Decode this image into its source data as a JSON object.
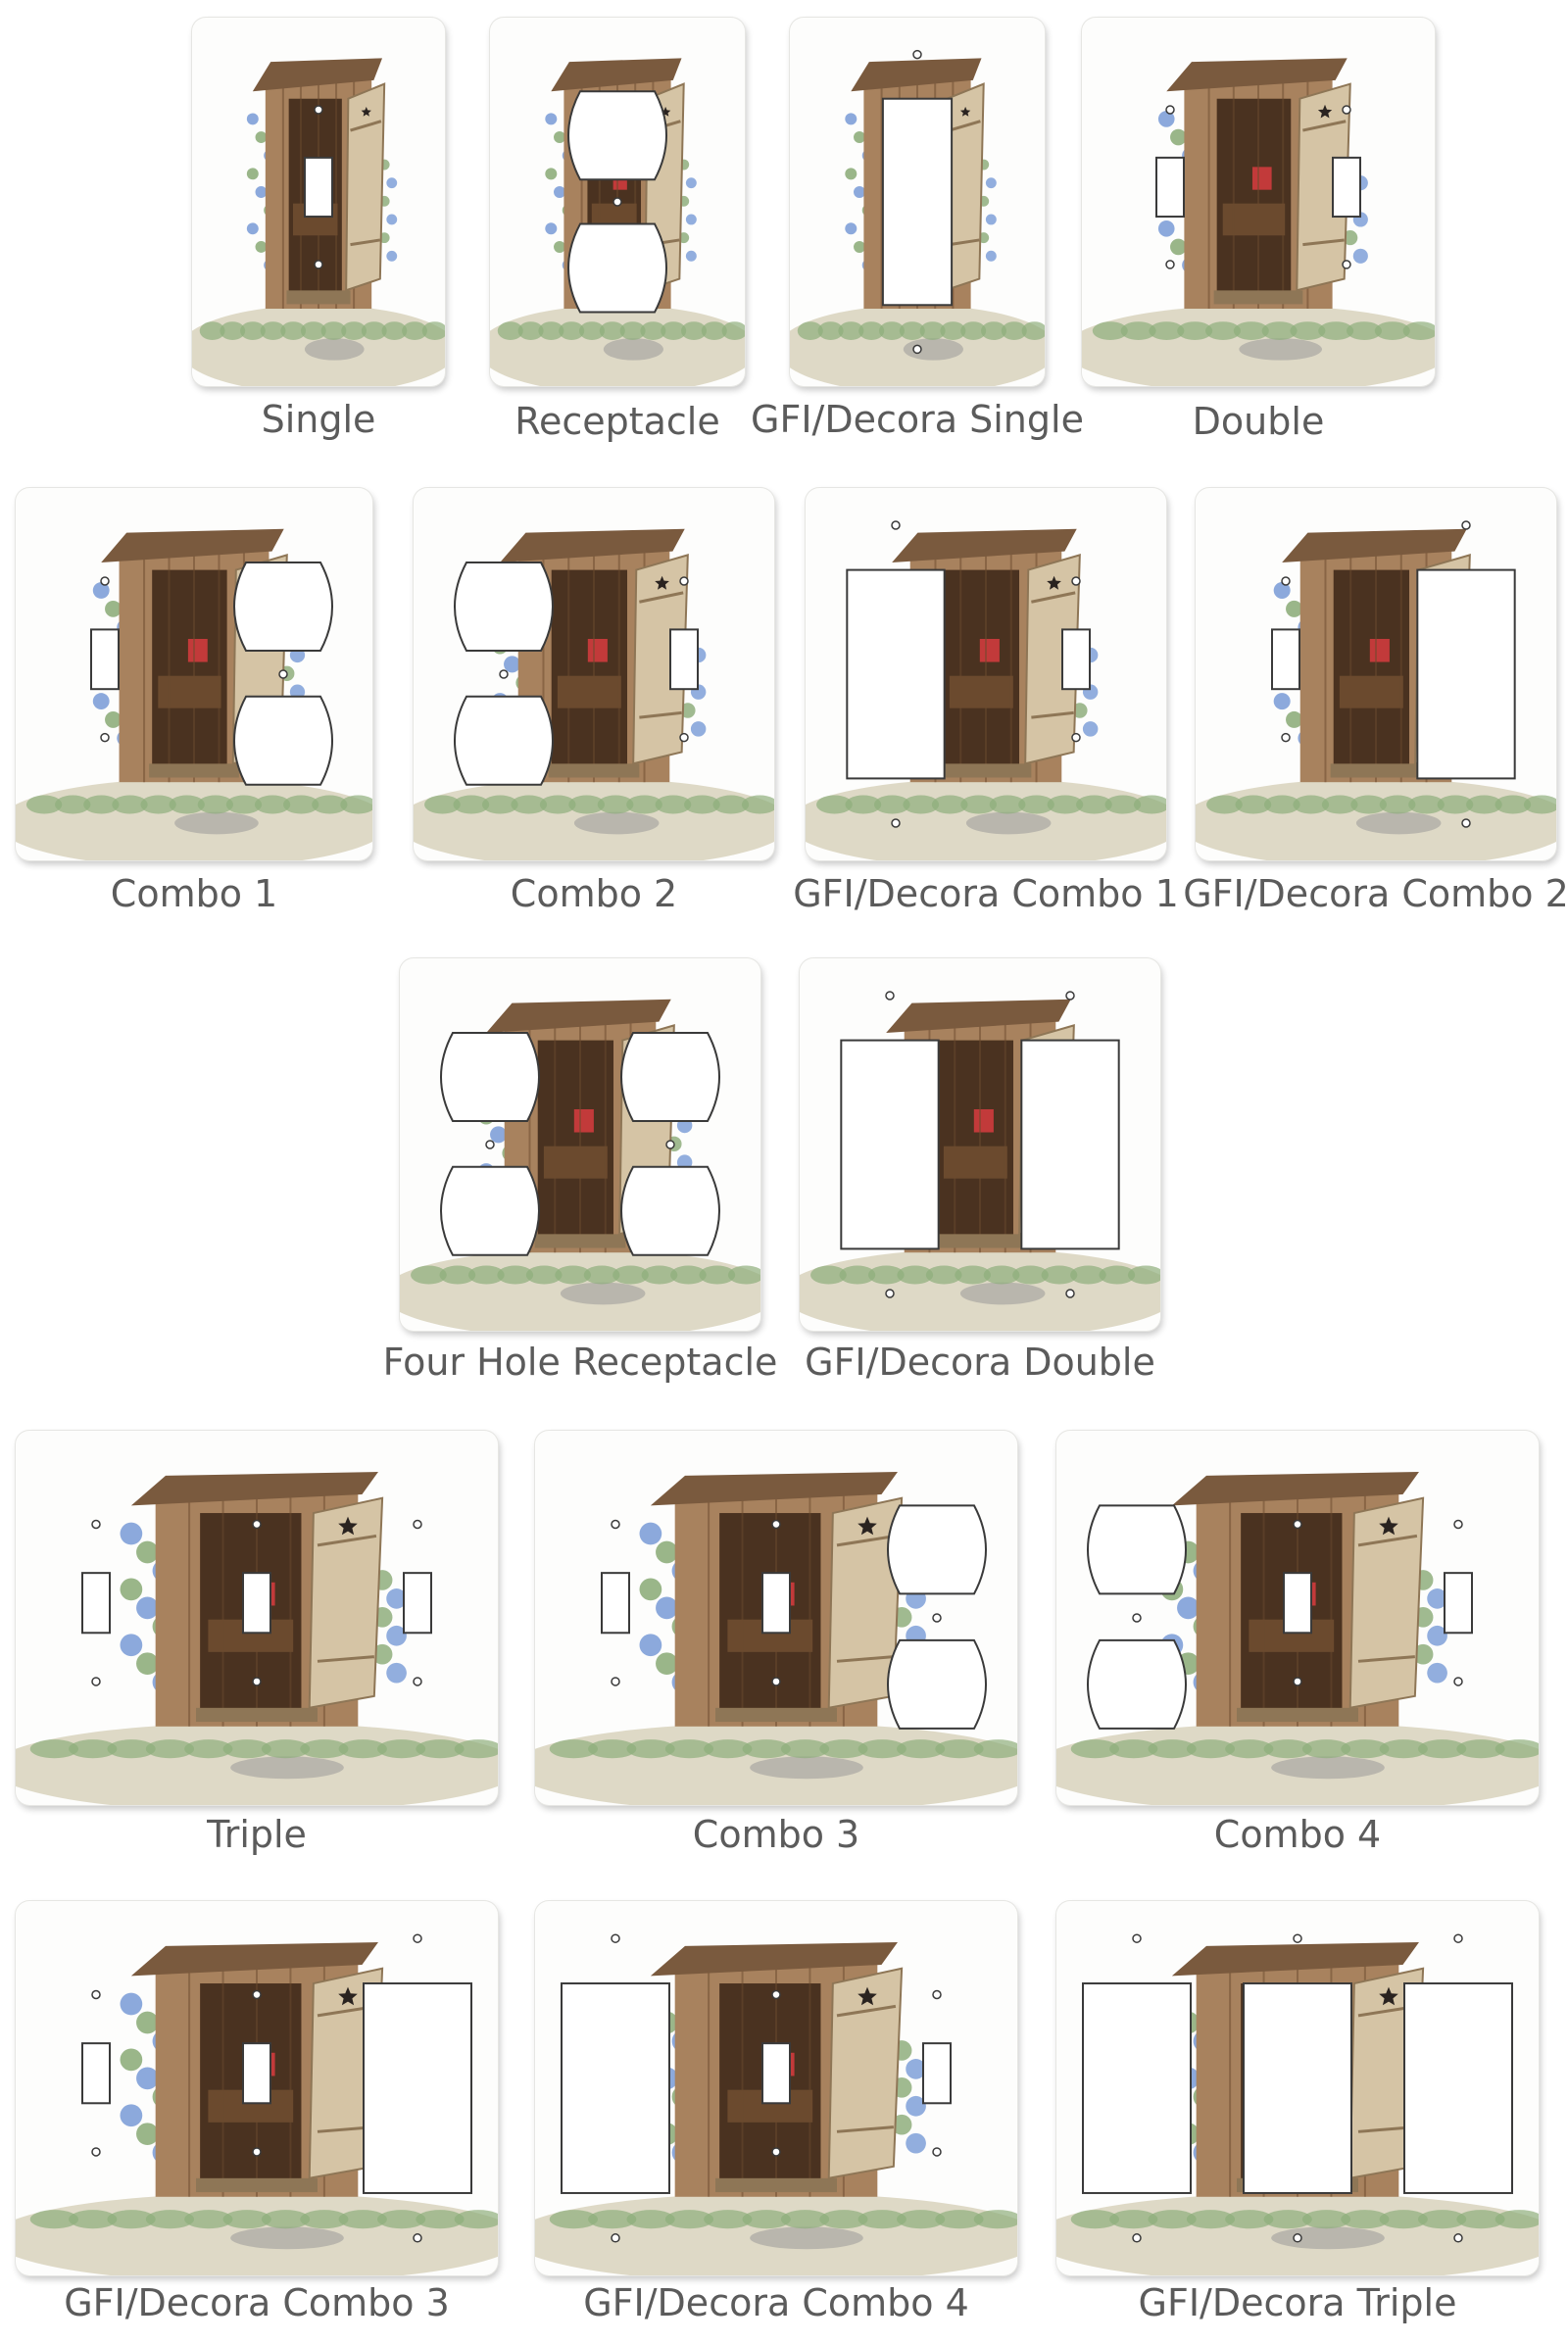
{
  "palette": {
    "wall": "#a8825e",
    "wall_dark": "#6b4a2e",
    "roof": "#7a5a3e",
    "interior": "#4a3220",
    "door": "#d5c4a5",
    "door_line": "#8e7656",
    "star": "#2a2320",
    "flowers": "#7fa0d8",
    "leaves": "#8fae7c",
    "ground": "#d8d2bc",
    "bucket": "#c23a3a",
    "stone": "#b9b6ad"
  },
  "plates": [
    {
      "id": "single",
      "label": "Single",
      "cutouts": [
        "T"
      ]
    },
    {
      "id": "receptacle",
      "label": "Receptacle",
      "cutouts": [
        "O"
      ]
    },
    {
      "id": "gfi-decora-single",
      "label": "GFI/Decora Single",
      "cutouts": [
        "D"
      ]
    },
    {
      "id": "double",
      "label": "Double",
      "cutouts": [
        "T",
        "T"
      ]
    },
    {
      "id": "combo-1",
      "label": "Combo 1",
      "cutouts": [
        "T",
        "O"
      ]
    },
    {
      "id": "combo-2",
      "label": "Combo 2",
      "cutouts": [
        "O",
        "T"
      ]
    },
    {
      "id": "gfi-decora-combo-1",
      "label": "GFI/Decora Combo 1",
      "cutouts": [
        "D",
        "T"
      ]
    },
    {
      "id": "gfi-decora-combo-2",
      "label": "GFI/Decora Combo 2",
      "cutouts": [
        "T",
        "D"
      ]
    },
    {
      "id": "four-hole-receptacle",
      "label": "Four Hole Receptacle",
      "cutouts": [
        "O",
        "O"
      ]
    },
    {
      "id": "gfi-decora-double",
      "label": "GFI/Decora Double",
      "cutouts": [
        "D",
        "D"
      ]
    },
    {
      "id": "triple",
      "label": "Triple",
      "cutouts": [
        "T",
        "T",
        "T"
      ]
    },
    {
      "id": "combo-3",
      "label": "Combo 3",
      "cutouts": [
        "T",
        "T",
        "O"
      ]
    },
    {
      "id": "combo-4",
      "label": "Combo 4",
      "cutouts": [
        "O",
        "T",
        "T"
      ]
    },
    {
      "id": "gfi-decora-combo-3",
      "label": "GFI/Decora Combo 3",
      "cutouts": [
        "T",
        "T",
        "D"
      ]
    },
    {
      "id": "gfi-decora-combo-4",
      "label": "GFI/Decora Combo 4",
      "cutouts": [
        "D",
        "T",
        "T"
      ]
    },
    {
      "id": "gfi-decora-triple",
      "label": "GFI/Decora Triple",
      "cutouts": [
        "D",
        "D",
        "D"
      ]
    }
  ]
}
